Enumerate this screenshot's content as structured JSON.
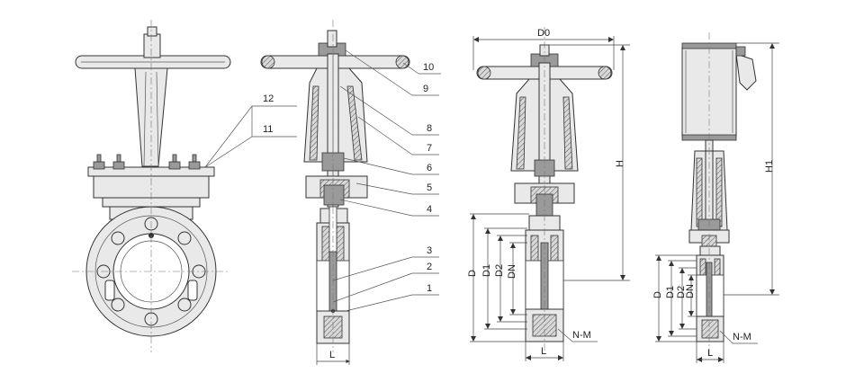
{
  "callouts": [
    "1",
    "2",
    "3",
    "4",
    "5",
    "6",
    "7",
    "8",
    "9",
    "10",
    "11",
    "12"
  ],
  "dimensions": {
    "D0": "D0",
    "H": "H",
    "H1": "H1",
    "D": "D",
    "D1": "D1",
    "D2": "D2",
    "DN": "DN",
    "NM": "N-M",
    "L": "L"
  }
}
